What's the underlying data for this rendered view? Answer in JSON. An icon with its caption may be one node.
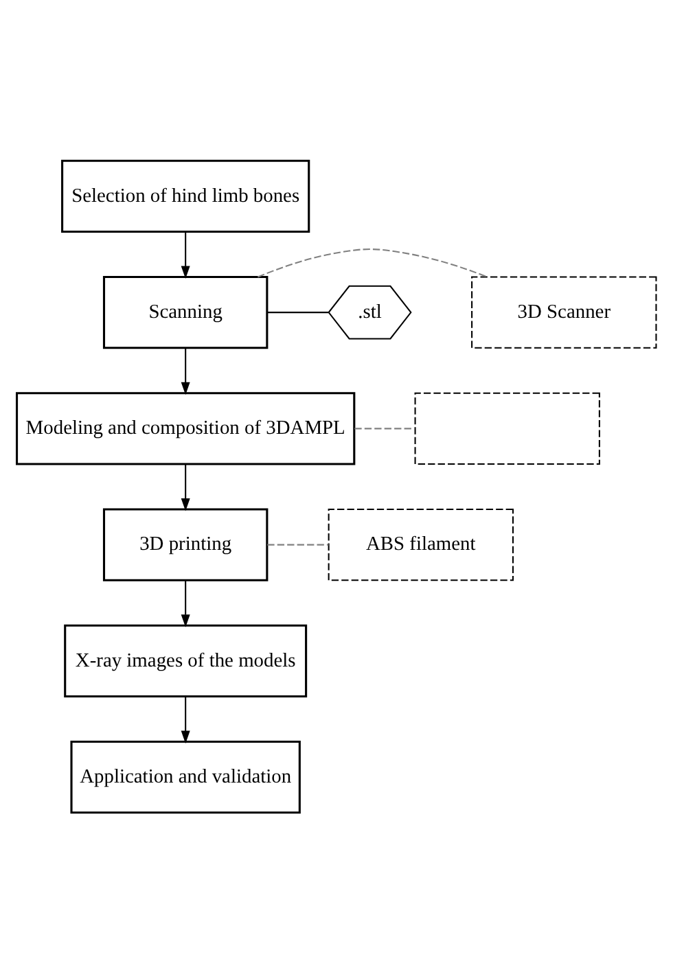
{
  "diagram": {
    "nodes": [
      {
        "text": [
          "Selection of hind limb bones"
        ]
      },
      {
        "text": [
          "Scanning"
        ]
      },
      {
        "text": [
          "3D Scanner"
        ]
      },
      {
        "text": [
          ".stl"
        ]
      },
      {
        "text": [
          "Modeling and composition of 3DAMPL"
        ]
      },
      {
        "text": [],
        "shape": "box"
      },
      {
        "text": [
          "3D printing"
        ]
      },
      {
        "text": [
          "ABS filament"
        ]
      },
      {
        "text": [
          "X-ray images of the models"
        ]
      },
      {
        "text": [
          "Application and validation"
        ]
      }
    ],
    "edges": [
      {
        "from": 0,
        "to": 1,
        "arrow": "to"
      },
      {
        "from": 1,
        "to": 2,
        "arrow": "none",
        "style": "dashed",
        "color": "#808080"
      },
      {
        "from": 1,
        "to": 4,
        "arrow": "to"
      },
      {
        "from": 1,
        "to": 3,
        "arrow": "none"
      },
      {
        "from": 4,
        "to": 5,
        "arrow": "none",
        "style": "dashed",
        "color": "#808080"
      },
      {
        "from": 4,
        "to": 6,
        "arrow": "to"
      },
      {
        "from": 6,
        "to": 7,
        "arrow": "none",
        "style": "dashed",
        "color": "#808080"
      },
      {
        "from": 6,
        "to": 8,
        "arrow": "to"
      },
      {
        "from": 8,
        "to": 9,
        "arrow": "to"
      }
    ]
  }
}
